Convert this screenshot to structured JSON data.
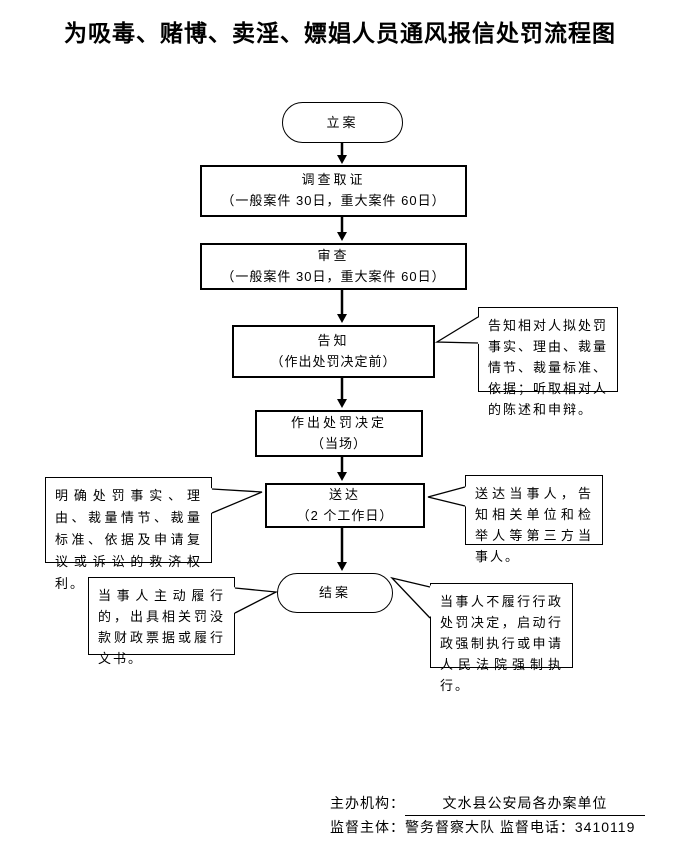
{
  "title": "为吸毒、赌博、卖淫、嫖娼人员通风报信处罚流程图",
  "flow": {
    "nodes": [
      {
        "id": "start",
        "shape": "stadium",
        "label": "立案"
      },
      {
        "id": "investigate",
        "shape": "rect",
        "label": "调查取证",
        "sublabel": "（一般案件 30日，重大案件 60日）"
      },
      {
        "id": "review",
        "shape": "rect",
        "label": "审查",
        "sublabel": "（一般案件 30日，重大案件 60日）"
      },
      {
        "id": "notify",
        "shape": "rect",
        "label": "告知",
        "sublabel": "（作出处罚决定前）"
      },
      {
        "id": "decision",
        "shape": "rect",
        "label": "作出处罚决定",
        "sublabel": "（当场）"
      },
      {
        "id": "deliver",
        "shape": "rect",
        "label": "送达",
        "sublabel": "（2 个工作日）"
      },
      {
        "id": "close",
        "shape": "stadium",
        "label": "结案"
      }
    ]
  },
  "callouts": {
    "notify_note": "告知相对人拟处罚事实、理由、裁量情节、裁量标准、依据；听取相对人的陈述和申辩。",
    "deliver_left": "明确处罚事实、理由、裁量情节、裁量标准、依据及申请复议或诉讼的救济权利。",
    "deliver_right": "送达当事人，告知相关单位和检举人等第三方当事人。",
    "close_left": "当事人主动履行的，出具相关罚没款财政票据或履行文书。",
    "close_right": "当事人不履行行政处罚决定，启动行政强制执行或申请人民法院强制执行。"
  },
  "footer": {
    "org_label": "主办机构：",
    "org_value": "文水县公安局各办案单位",
    "supervisor_label": "监督主体：",
    "supervisor_value": "警务督察大队",
    "phone_label": "监督电话：",
    "phone_value": "3410119"
  }
}
